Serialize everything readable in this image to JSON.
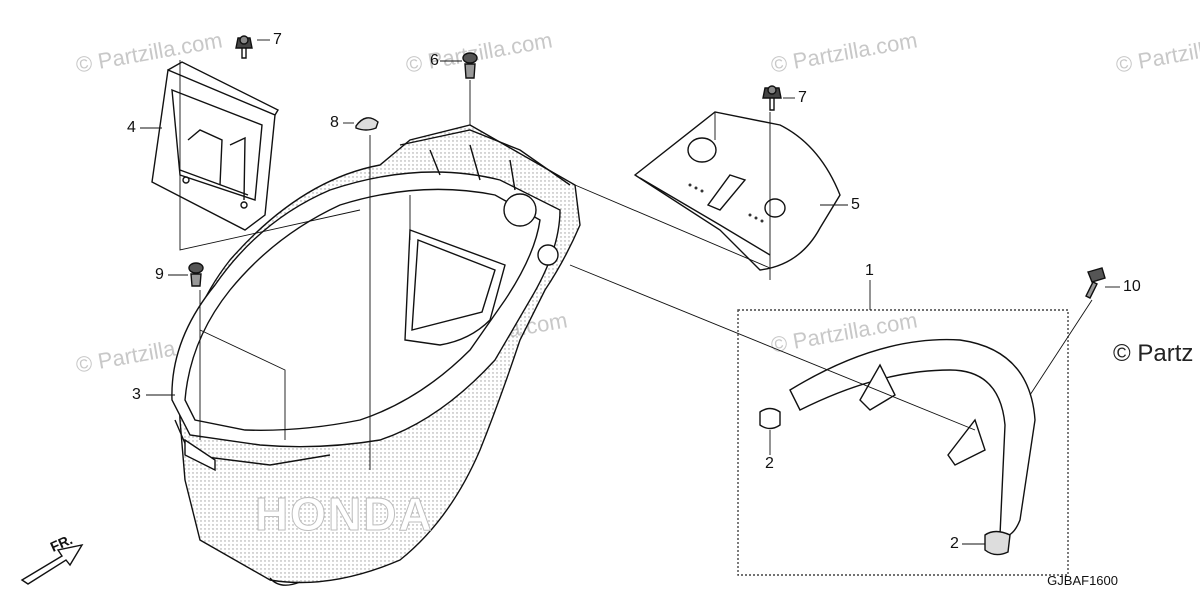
{
  "diagram": {
    "callouts": [
      {
        "id": "c7a",
        "label": "7"
      },
      {
        "id": "c6",
        "label": "6"
      },
      {
        "id": "c7b",
        "label": "7"
      },
      {
        "id": "c4",
        "label": "4"
      },
      {
        "id": "c8",
        "label": "8"
      },
      {
        "id": "c5",
        "label": "5"
      },
      {
        "id": "c9",
        "label": "9"
      },
      {
        "id": "c1",
        "label": "1"
      },
      {
        "id": "c10",
        "label": "10"
      },
      {
        "id": "c3",
        "label": "3"
      },
      {
        "id": "c2a",
        "label": "2"
      },
      {
        "id": "c2b",
        "label": "2"
      }
    ],
    "watermark_text": "© Partzilla.com",
    "watermark_big": "© Partz",
    "diagram_code": "GJBAF1600",
    "direction_label": "FR.",
    "brand_text": "HONDA"
  },
  "colors": {
    "line": "#111111",
    "watermark": "#c8c8c8",
    "fill": "#ffffff"
  }
}
